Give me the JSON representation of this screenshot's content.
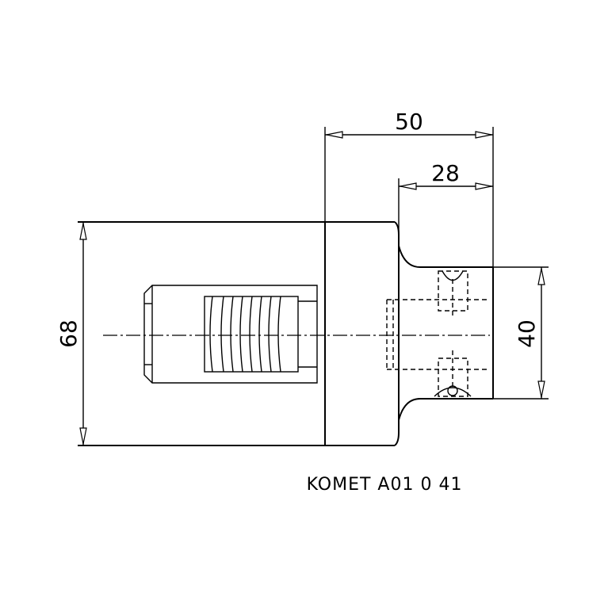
{
  "dimensions": {
    "overall_length": "50",
    "shank_length": "28",
    "body_diameter": "68",
    "shank_diameter": "40"
  },
  "caption": "KOMET A01 0 41"
}
